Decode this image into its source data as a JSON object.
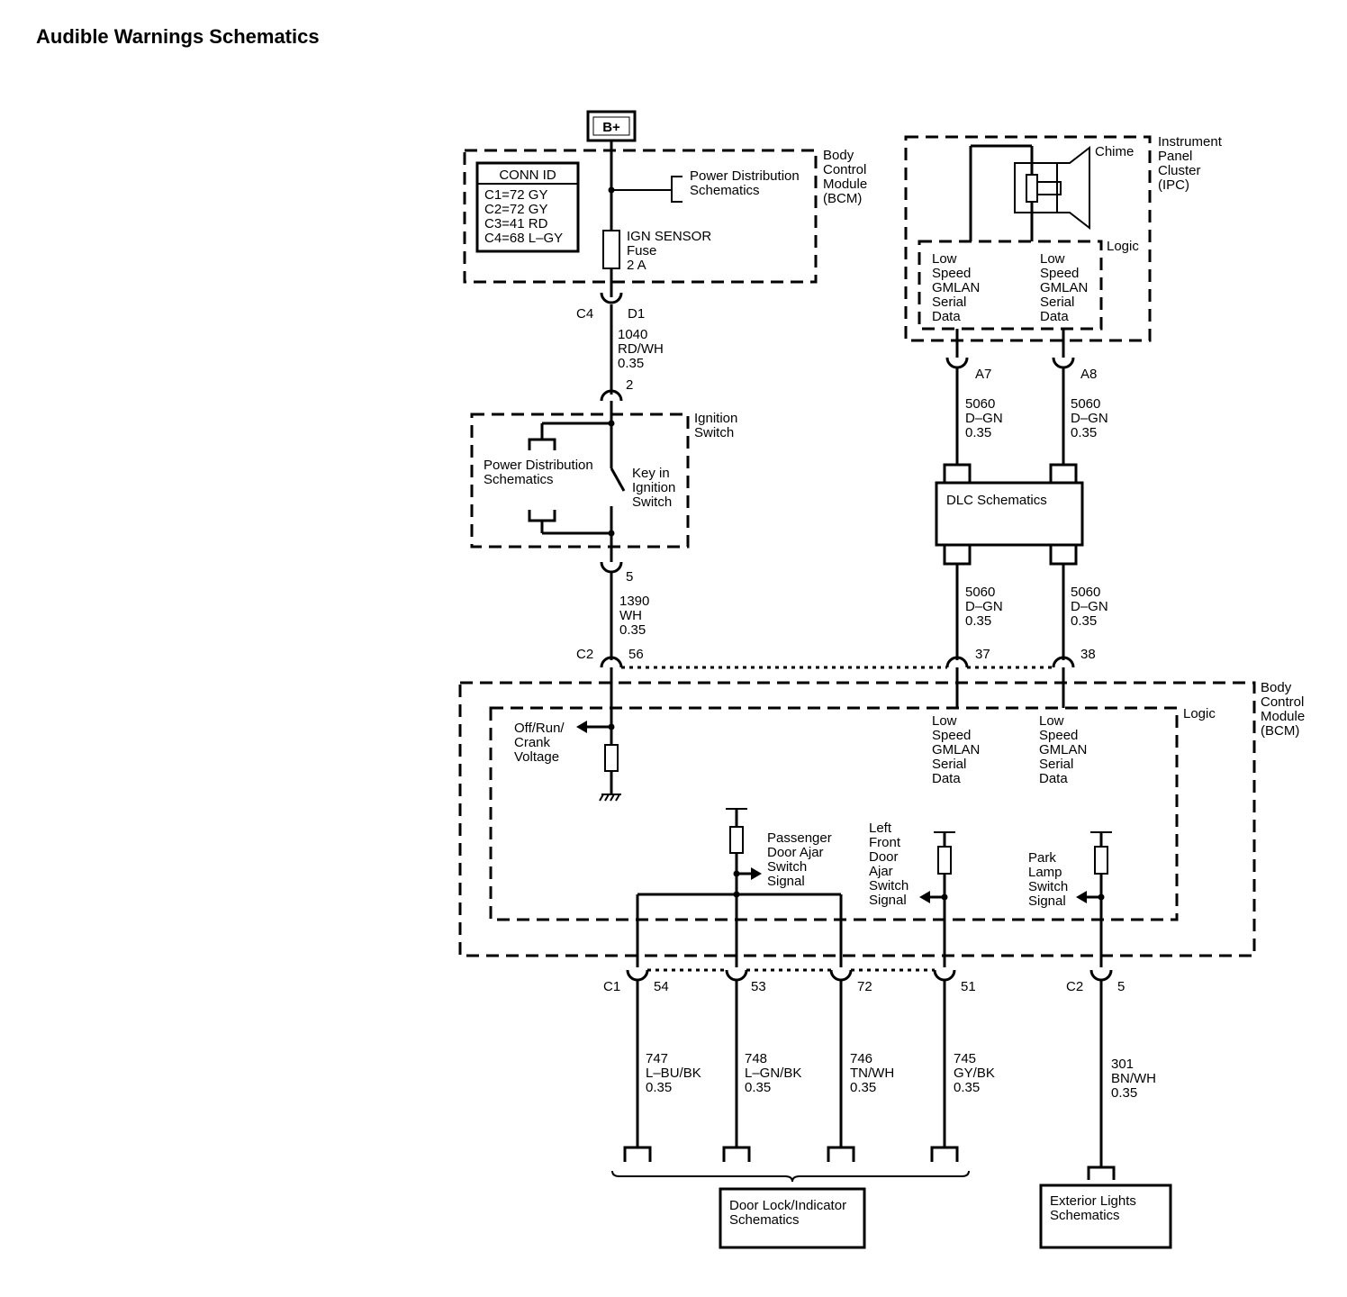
{
  "title": "Audible Warnings Schematics",
  "power": {
    "source": "B+"
  },
  "bcm_top": {
    "module": [
      "Body",
      "Control",
      "Module",
      "(BCM)"
    ],
    "conn_id_title": "CONN ID",
    "conn_ids": [
      "C1=72 GY",
      "C2=72 GY",
      "C3=41 RD",
      "C4=68 L–GY"
    ],
    "power_dist": [
      "Power Distribution",
      "Schematics"
    ],
    "fuse": [
      "IGN SENSOR",
      "Fuse",
      "2 A"
    ],
    "conn_label": "C4",
    "pin_label": "D1"
  },
  "wire_1040": [
    "1040",
    "RD/WH",
    "0.35"
  ],
  "ignition": {
    "pin_top": "2",
    "module": [
      "Ignition",
      "Switch"
    ],
    "power_dist": [
      "Power Distribution",
      "Schematics"
    ],
    "key": [
      "Key in",
      "Ignition",
      "Switch"
    ],
    "pin_bottom": "5"
  },
  "wire_1390": [
    "1390",
    "WH",
    "0.35"
  ],
  "ipc": {
    "module": [
      "Instrument",
      "Panel",
      "Cluster",
      "(IPC)"
    ],
    "chime": "Chime",
    "logic": "Logic",
    "gmlan_left": [
      "Low",
      "Speed",
      "GMLAN",
      "Serial",
      "Data"
    ],
    "gmlan_right": [
      "Low",
      "Speed",
      "GMLAN",
      "Serial",
      "Data"
    ],
    "pin_a7": "A7",
    "pin_a8": "A8"
  },
  "wire_5060_upper_left": [
    "5060",
    "D–GN",
    "0.35"
  ],
  "wire_5060_upper_right": [
    "5060",
    "D–GN",
    "0.35"
  ],
  "dlc": {
    "label": "DLC Schematics"
  },
  "wire_5060_lower_left": [
    "5060",
    "D–GN",
    "0.35"
  ],
  "wire_5060_lower_right": [
    "5060",
    "D–GN",
    "0.35"
  ],
  "bcm_bottom": {
    "conn_top": "C2",
    "pin_56": "56",
    "pin_37": "37",
    "pin_38": "38",
    "module": [
      "Body",
      "Control",
      "Module",
      "(BCM)"
    ],
    "logic": "Logic",
    "off_run": [
      "Off/Run/",
      "Crank",
      "Voltage"
    ],
    "gmlan_left": [
      "Low",
      "Speed",
      "GMLAN",
      "Serial",
      "Data"
    ],
    "gmlan_right": [
      "Low",
      "Speed",
      "GMLAN",
      "Serial",
      "Data"
    ],
    "passenger": [
      "Passenger",
      "Door Ajar",
      "Switch",
      "Signal"
    ],
    "left_front": [
      "Left",
      "Front",
      "Door",
      "Ajar",
      "Switch",
      "Signal"
    ],
    "park": [
      "Park",
      "Lamp",
      "Switch",
      "Signal"
    ],
    "conn_c1": "C1",
    "pin_54": "54",
    "pin_53": "53",
    "pin_72": "72",
    "pin_51": "51",
    "conn_c2": "C2",
    "pin_5": "5"
  },
  "wire_747": [
    "747",
    "L–BU/BK",
    "0.35"
  ],
  "wire_748": [
    "748",
    "L–GN/BK",
    "0.35"
  ],
  "wire_746": [
    "746",
    "TN/WH",
    "0.35"
  ],
  "wire_745": [
    "745",
    "GY/BK",
    "0.35"
  ],
  "wire_301": [
    "301",
    "BN/WH",
    "0.35"
  ],
  "door_lock": [
    "Door Lock/Indicator",
    "Schematics"
  ],
  "exterior": [
    "Exterior Lights",
    "Schematics"
  ]
}
